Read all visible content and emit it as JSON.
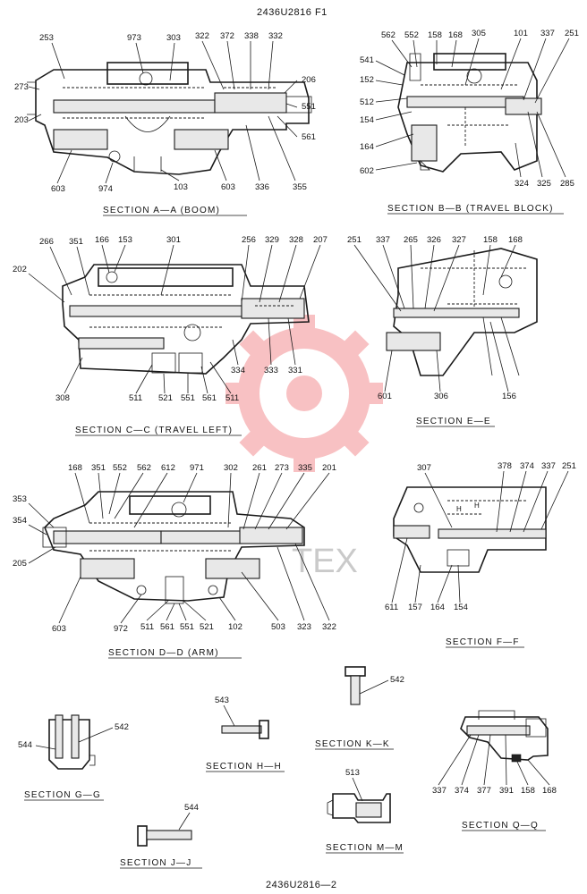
{
  "header": {
    "code": "2436U2816 F1"
  },
  "footer": {
    "code": "2436U2816—2"
  },
  "watermark": {
    "text": "TEX",
    "color": "#e8262a"
  },
  "sections": {
    "aa": {
      "title": "SECTION  A—A   (BOOM)",
      "labels": [
        "253",
        "973",
        "303",
        "322",
        "372",
        "338",
        "332",
        "273",
        "206",
        "551",
        "203",
        "561",
        "603",
        "974",
        "103",
        "603",
        "336",
        "355"
      ]
    },
    "bb": {
      "title": "SECTION  B—B  (TRAVEL BLOCK)",
      "labels": [
        "562",
        "552",
        "158",
        "168",
        "305",
        "101",
        "337",
        "251",
        "541",
        "152",
        "512",
        "154",
        "164",
        "602",
        "324",
        "325",
        "285"
      ]
    },
    "cc": {
      "title": "SECTION  C—C  (TRAVEL LEFT)",
      "labels": [
        "266",
        "351",
        "166",
        "153",
        "301",
        "256",
        "329",
        "328",
        "207",
        "202",
        "334",
        "333",
        "331",
        "308",
        "511",
        "521",
        "551",
        "561",
        "511"
      ]
    },
    "ee": {
      "title": "SECTION  E—E",
      "labels": [
        "251",
        "337",
        "265",
        "326",
        "327",
        "158",
        "168",
        "601",
        "306",
        "156"
      ]
    },
    "dd": {
      "title": "SECTION  D—D    (ARM)",
      "labels": [
        "168",
        "351",
        "552",
        "562",
        "612",
        "971",
        "302",
        "261",
        "273",
        "335",
        "201",
        "353",
        "354",
        "205",
        "603",
        "972",
        "511",
        "561",
        "551",
        "521",
        "102",
        "503",
        "323",
        "322"
      ]
    },
    "ff": {
      "title": "SECTION  F—F",
      "labels": [
        "307",
        "378",
        "374",
        "337",
        "251",
        "611",
        "157",
        "164",
        "154"
      ]
    },
    "gg": {
      "title": "SECTION  G—G",
      "labels": [
        "542",
        "544"
      ]
    },
    "hh": {
      "title": "SECTION  H—H",
      "labels": [
        "543"
      ]
    },
    "kk": {
      "title": "SECTION  K—K",
      "labels": [
        "542"
      ]
    },
    "jj": {
      "title": "SECTION  J—J",
      "labels": [
        "544"
      ]
    },
    "mm": {
      "title": "SECTION  M—M",
      "labels": [
        "513"
      ]
    },
    "qq": {
      "title": "SECTION  Q—Q",
      "labels": [
        "337",
        "374",
        "377",
        "391",
        "158",
        "168"
      ]
    }
  }
}
